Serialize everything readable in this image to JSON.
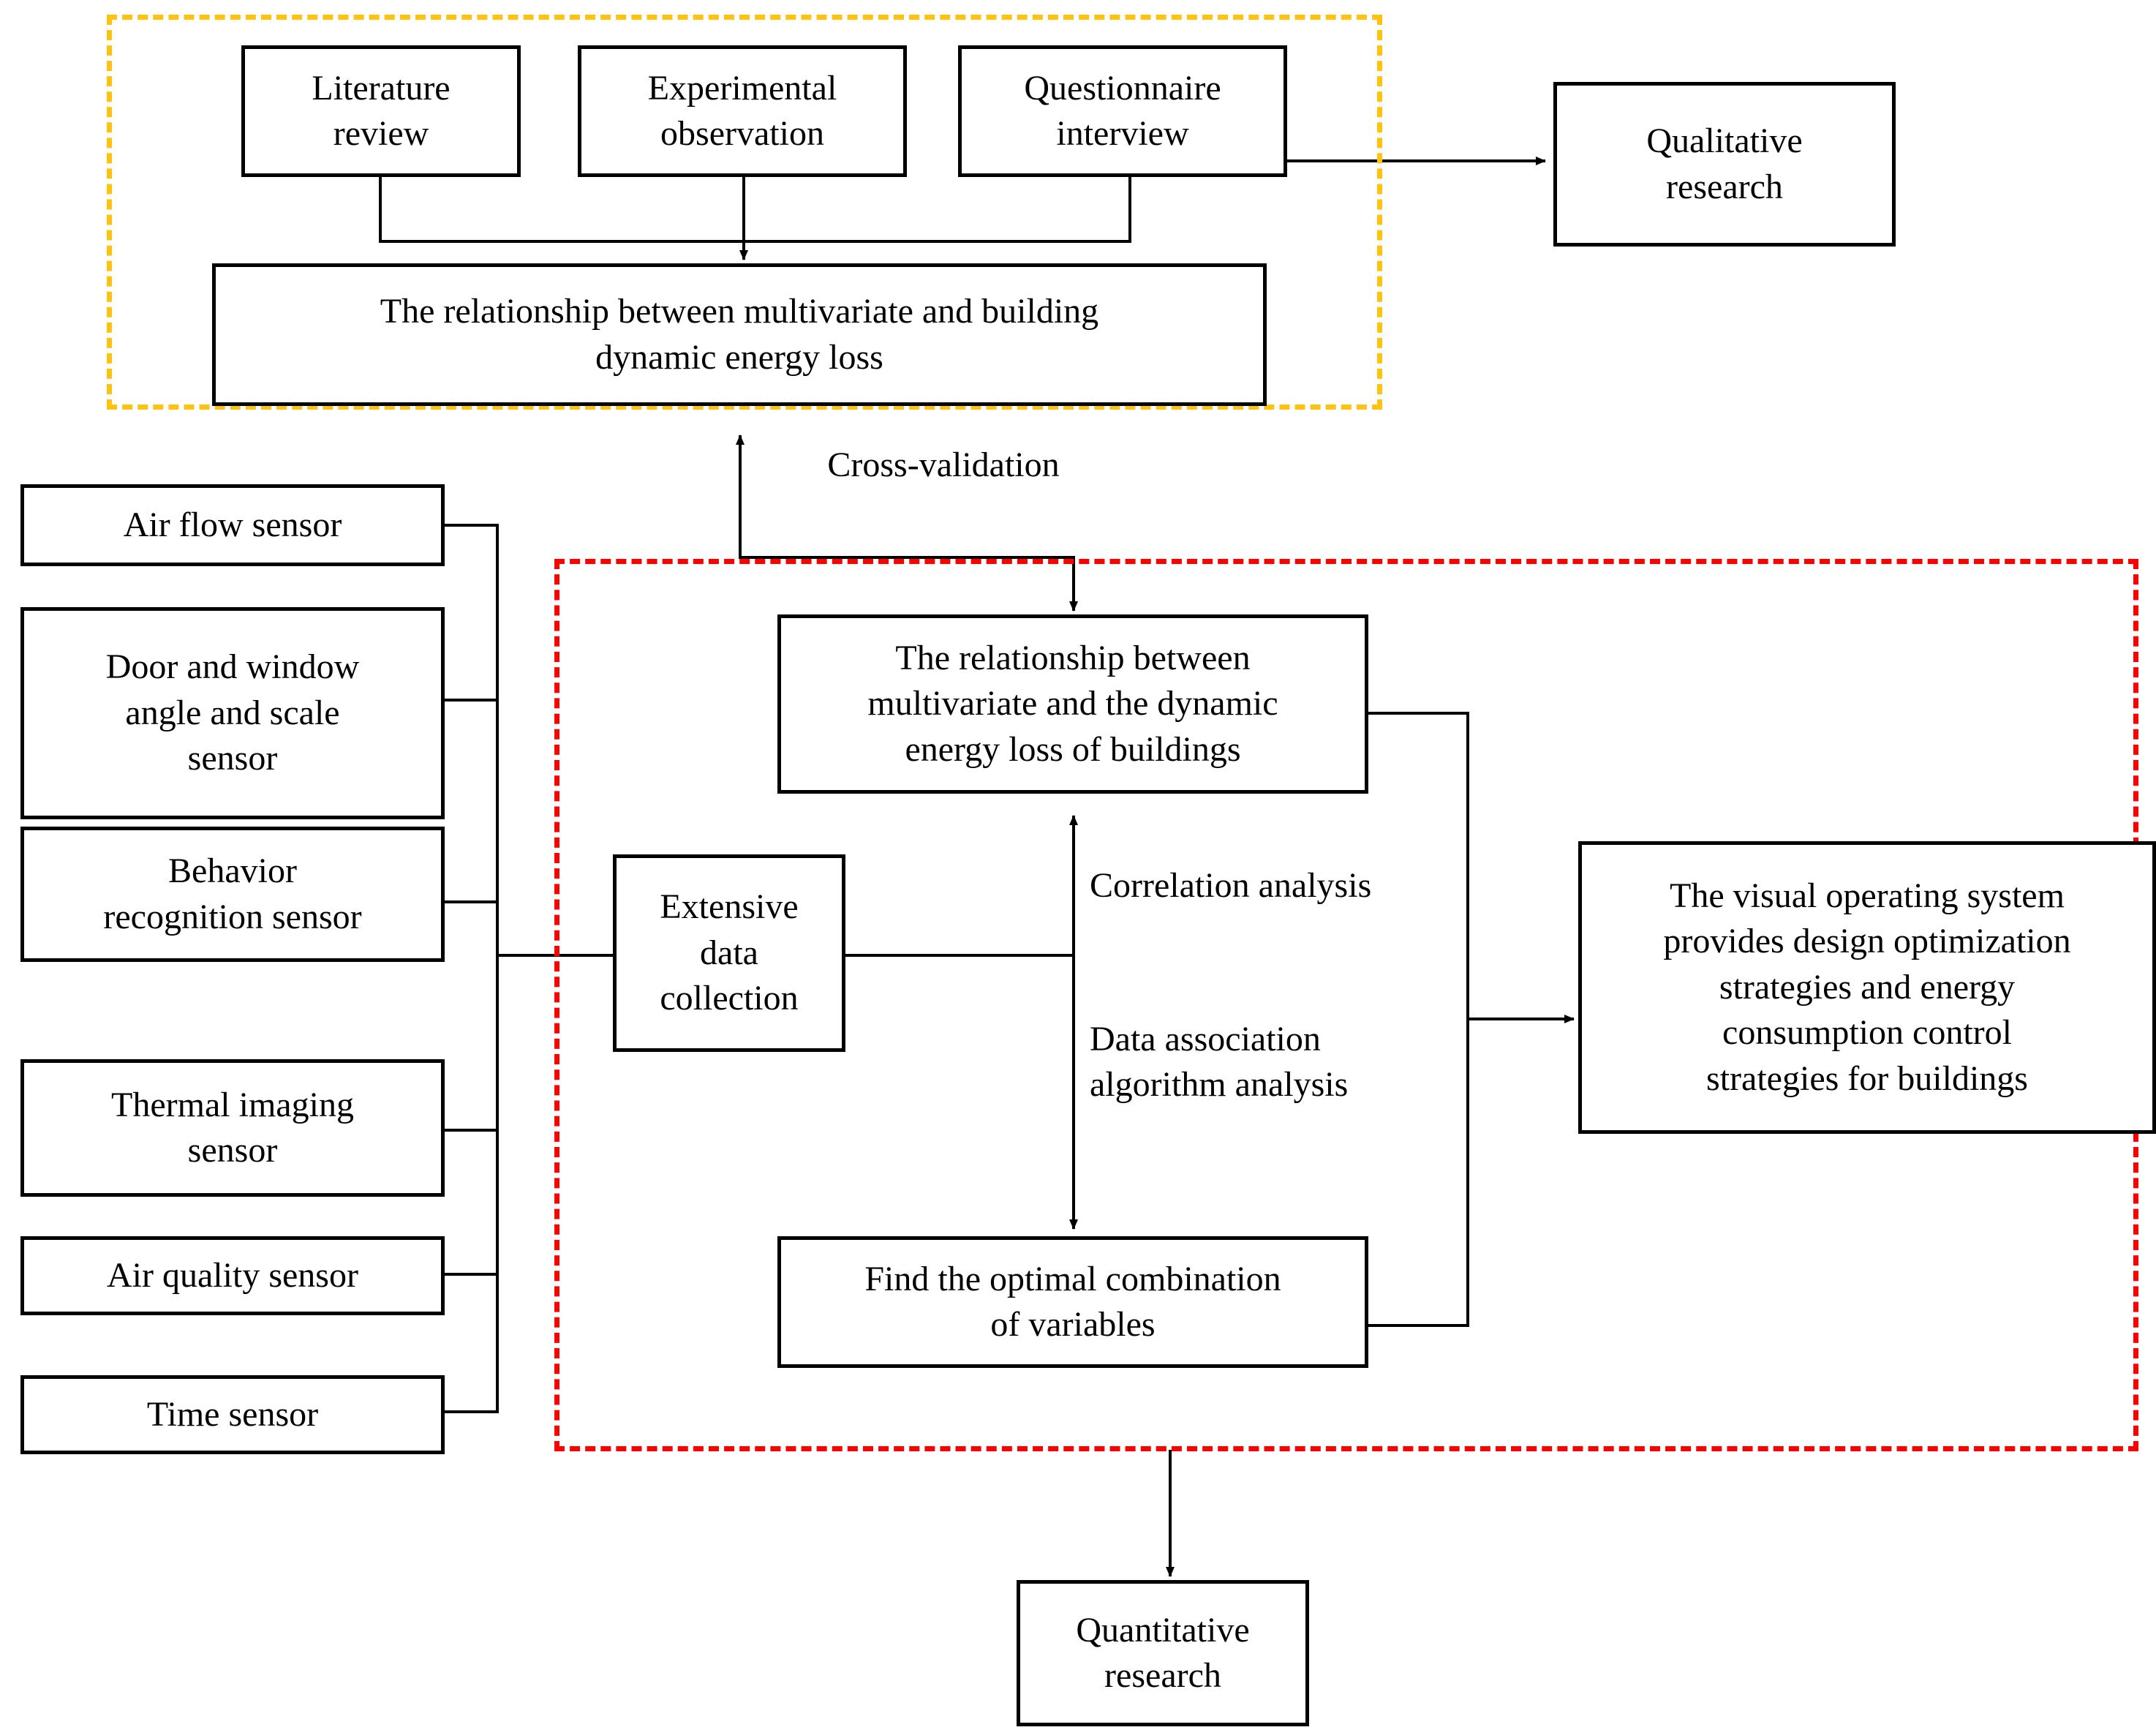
{
  "diagram": {
    "title": "Research framework: qualitative and quantitative study of building dynamic energy loss",
    "colors": {
      "qualitative_zone_border": "#FFC20E",
      "quantitative_zone_border": "#FF0000",
      "box_border": "#000000",
      "connector": "#000000",
      "background": "#FFFFFF"
    },
    "zones": [
      {
        "id": "qualitative-zone",
        "style": "dashed",
        "color": "#FFC20E"
      },
      {
        "id": "quantitative-zone",
        "style": "dashed",
        "color": "#FF0000"
      }
    ],
    "boxes": {
      "literature_review": "Literature\nreview",
      "experimental_observation": "Experimental\nobservation",
      "questionnaire_interview": "Questionnaire\ninterview",
      "qualitative_research": "Qualitative\nresearch",
      "relationship_building": "The relationship between multivariate  and building\ndynamic energy loss",
      "air_flow_sensor": "Air flow sensor",
      "door_window_sensor": "Door and window\nangle and scale\nsensor",
      "behavior_sensor": "Behavior\nrecognition sensor",
      "thermal_sensor": "Thermal imaging\nsensor",
      "air_quality_sensor": "Air quality sensor",
      "time_sensor": "Time sensor",
      "extensive_data_collection": "Extensive\ndata\ncollection",
      "relationship_dynamic": "The relationship between\nmultivariate  and the dynamic\nenergy loss of buildings",
      "visual_operating_system": "The visual operating system\nprovides design optimization\nstrategies and energy\nconsumption control\nstrategies for buildings",
      "optimal_combination": "Find the optimal combination\nof variables",
      "quantitative_research": "Quantitative\nresearch"
    },
    "edge_labels": {
      "cross_validation": "Cross-validation",
      "correlation_analysis": "Correlation analysis",
      "data_association": "Data association\nalgorithm analysis"
    }
  }
}
